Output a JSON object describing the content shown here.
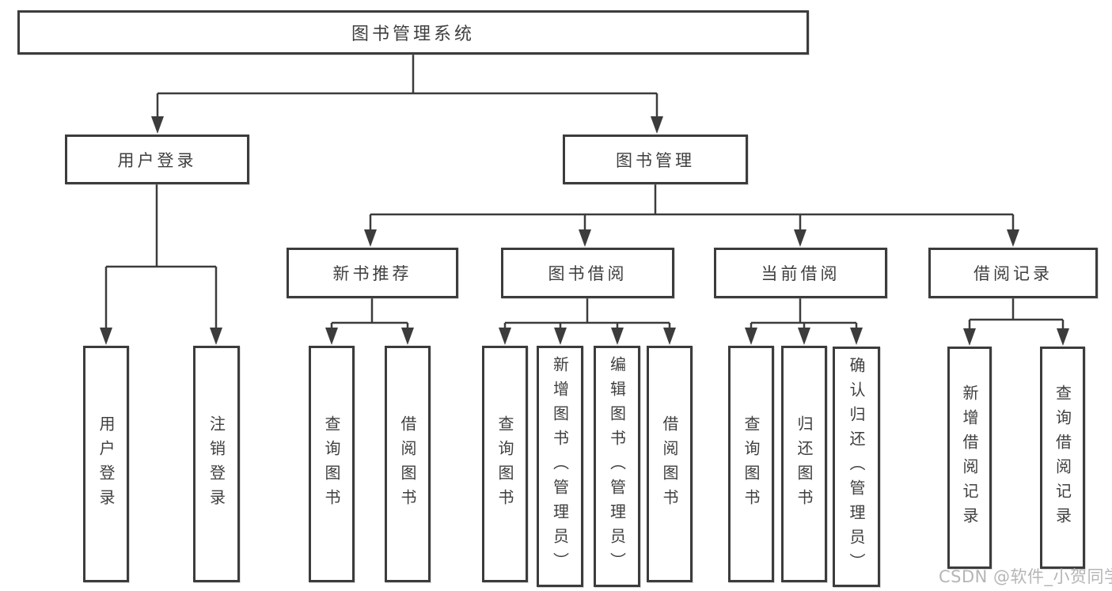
{
  "watermark": "CSDN @软件_小贺同学",
  "colors": {
    "line": "#3c3c3c",
    "box_border": "#3c3c3c",
    "box_fill": "#ffffff",
    "text": "#3f3f3f",
    "watermark": "#b5b5b5",
    "background": "#ffffff"
  },
  "nodes": {
    "root": "图书管理系统",
    "userLogin": "用户登录",
    "bookManagement": "图书管理",
    "newBookRecommend": "新书推荐",
    "bookBorrow": "图书借阅",
    "currentBorrow": "当前借阅",
    "borrowRecord": "借阅记录",
    "leafUserLogin": "用户登录",
    "leafLogout": "注销登录",
    "leafQueryBookA": "查询图书",
    "leafBorrowBookA": "借阅图书",
    "leafQueryBookB": "查询图书",
    "leafAddBook": "新增图书（管理员）",
    "leafEditBook": "编辑图书（管理员）",
    "leafBorrowBookB": "借阅图书",
    "leafQueryBookC": "查询图书",
    "leafReturnBook": "归还图书",
    "leafConfirmReturn": "确认归还（管理员）",
    "leafAddBorrowRecord": "新增借阅记录",
    "leafQueryBorrowRecord": "查询借阅记录"
  },
  "hierarchy": {
    "root": [
      "userLogin",
      "bookManagement"
    ],
    "userLogin": [
      "leafUserLogin",
      "leafLogout"
    ],
    "bookManagement": [
      "newBookRecommend",
      "bookBorrow",
      "currentBorrow",
      "borrowRecord"
    ],
    "newBookRecommend": [
      "leafQueryBookA",
      "leafBorrowBookA"
    ],
    "bookBorrow": [
      "leafQueryBookB",
      "leafAddBook",
      "leafEditBook",
      "leafBorrowBookB"
    ],
    "currentBorrow": [
      "leafQueryBookC",
      "leafReturnBook",
      "leafConfirmReturn"
    ],
    "borrowRecord": [
      "leafAddBorrowRecord",
      "leafQueryBorrowRecord"
    ]
  }
}
